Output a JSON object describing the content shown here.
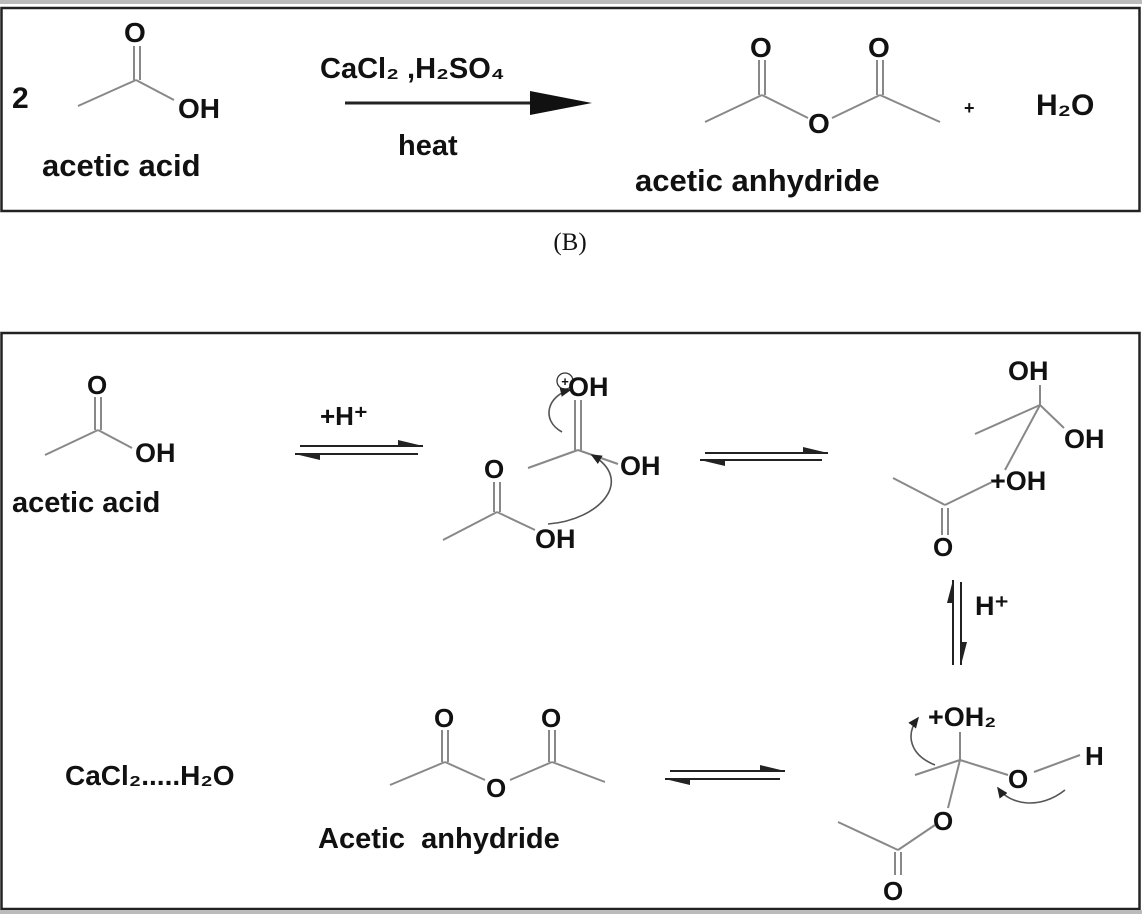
{
  "scheme_top": {
    "coefficient": "2",
    "reactant_oxygen": "O",
    "reactant_hydroxyl": "OH",
    "reactant_name": "acetic acid",
    "reagents": "CaCl₂ ,H₂SO₄",
    "condition": "heat",
    "product_oxygen_1": "O",
    "product_oxygen_2": "O",
    "product_bridge_oxygen": "O",
    "plus": "+",
    "byproduct": "H₂O",
    "product_name": "acetic anhydride"
  },
  "caption": "(B)",
  "mechanism": {
    "acid_oxygen": "O",
    "acid_hydroxyl": "OH",
    "acid_name": "acetic acid",
    "step1_reagent": "+H⁺",
    "protonated_charge": "+",
    "protonated_oh_top": "OH",
    "protonated_oh_right": "OH",
    "second_acid_oxygen": "O",
    "second_acid_hydroxyl": "OH",
    "intermediate_oh_top": "OH",
    "intermediate_oh_right": "OH",
    "intermediate_oxonium": "+OH",
    "intermediate_carbonyl_o": "O",
    "vertical_reagent": "H⁺",
    "tetrahedral_oh2": "+OH₂",
    "tetrahedral_o": "O",
    "tetrahedral_h": "H",
    "tetrahedral_bridge_o": "O",
    "tetrahedral_carbonyl_o": "O",
    "product_oxygen_1": "O",
    "product_oxygen_2": "O",
    "product_bridge_oxygen": "O",
    "product_name": "Acetic  anhydride",
    "byproduct_complex": "CaCl₂.....H₂O"
  }
}
